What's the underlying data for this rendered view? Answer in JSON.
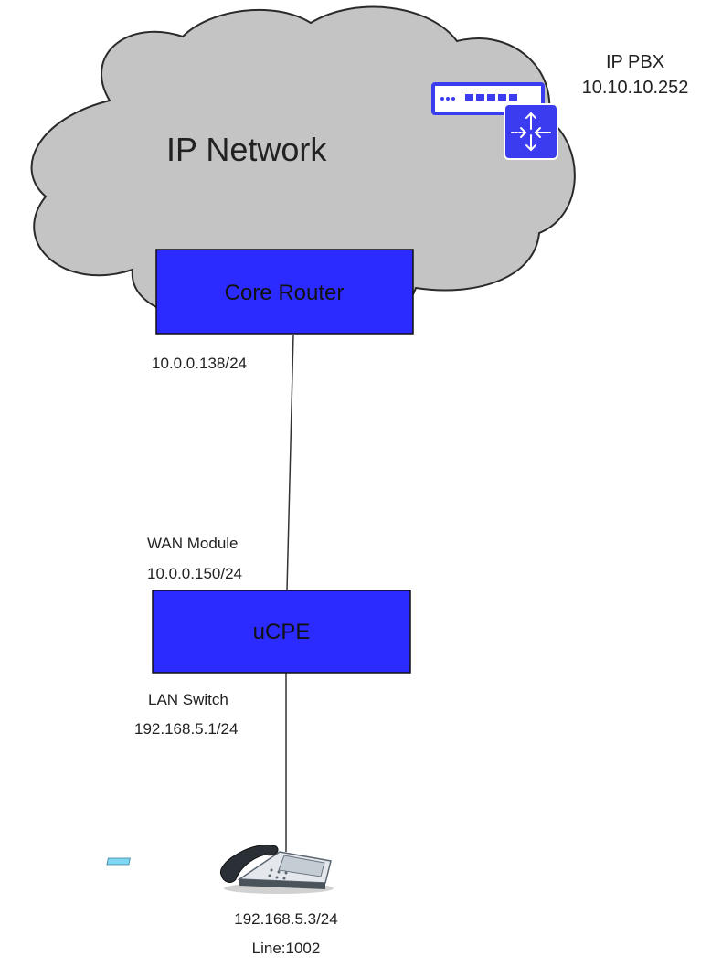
{
  "cloud": {
    "label": "IP Network",
    "fill": "#c4c4c4"
  },
  "pbx": {
    "name": "IP PBX",
    "ip": "10.10.10.252",
    "color": "#3b3bf0"
  },
  "core_router": {
    "label": "Core Router",
    "ip": "10.0.0.138/24",
    "fill": "#2b2bff"
  },
  "ucpe": {
    "label": "uCPE",
    "fill": "#2b2bff",
    "wan": {
      "name": "WAN Module",
      "ip": "10.0.0.150/24"
    },
    "lan": {
      "name": "LAN Switch",
      "ip": "192.168.5.1/24"
    }
  },
  "phone": {
    "ip": "192.168.5.3/24",
    "line": "Line:1002"
  }
}
